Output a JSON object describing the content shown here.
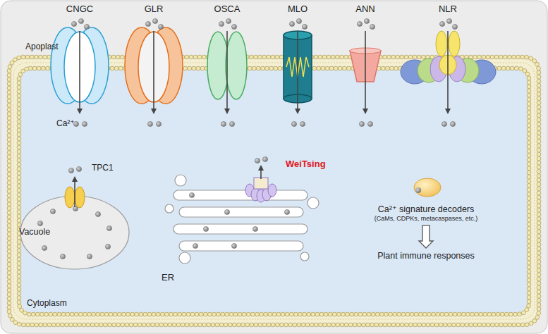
{
  "diagram": {
    "nodes": [
      {
        "text": [
          "Vacuole"
        ]
      },
      {
        "text": [
          "ER"
        ]
      },
      {
        "text": [
          "Ca²⁺ signature decoders",
          "(CaMs, CDPKs, metacaspases, etc.)"
        ]
      },
      {
        "text": [
          "Plant immune responses"
        ]
      }
    ],
    "edges": [
      {
        "from": 2,
        "to": 3,
        "arrow": "to"
      }
    ],
    "labels": [
      "CNGC",
      "GLR",
      "OSCA",
      "MLO",
      "ANN",
      "NLR",
      "Apoplast",
      "Ca²⁺",
      "TPC1",
      "WeiTsing",
      "Cytoplasm"
    ]
  }
}
